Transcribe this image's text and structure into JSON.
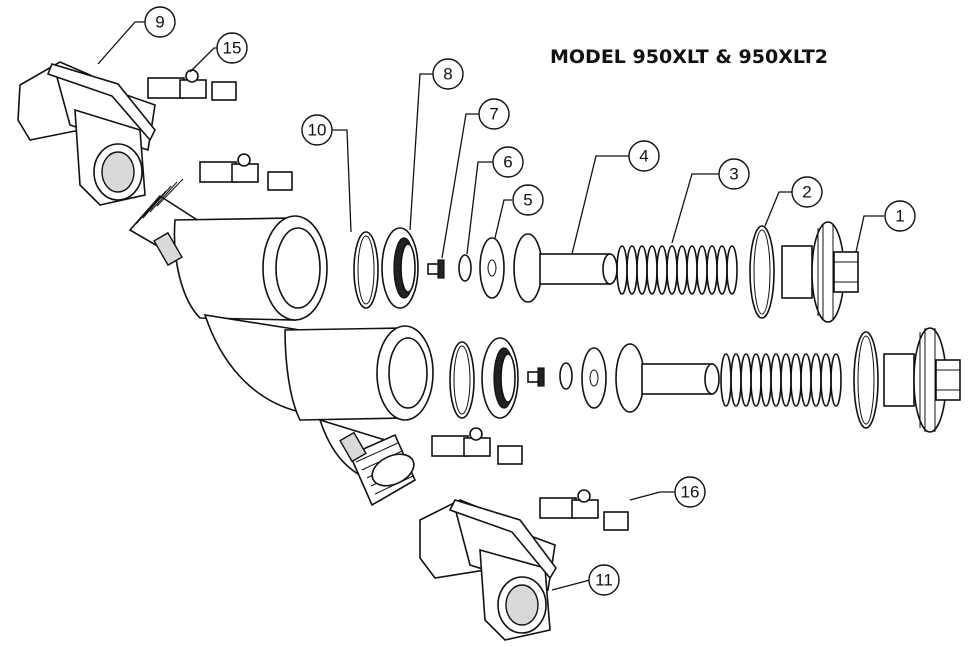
{
  "title": "MODEL 950XLT & 950XLT2",
  "callouts": [
    "1",
    "2",
    "3",
    "4",
    "5",
    "6",
    "7",
    "8",
    "9",
    "10",
    "11",
    "15",
    "16"
  ],
  "colors": {
    "line": "#111111",
    "fill": "#ffffff",
    "shade": "#d9d9d9"
  }
}
